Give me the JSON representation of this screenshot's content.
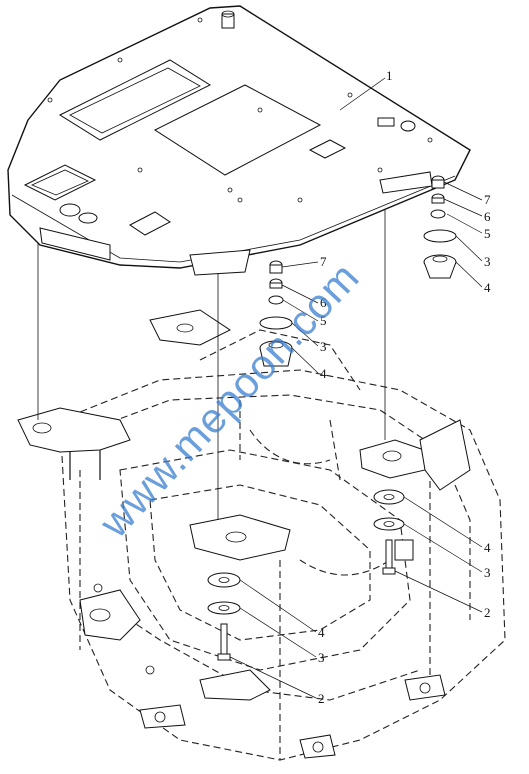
{
  "watermark": "www.mepoon.com",
  "callouts": {
    "c1": "1",
    "c7a": "7",
    "c6a": "6",
    "c5a": "5",
    "c3a": "3",
    "c4a": "4",
    "c7b": "7",
    "c6b": "6",
    "c5b": "5",
    "c3b": "3",
    "c4b": "4",
    "c4c": "4",
    "c3c": "3",
    "c2c": "2",
    "c4d": "4",
    "c3d": "3",
    "c2d": "2"
  }
}
